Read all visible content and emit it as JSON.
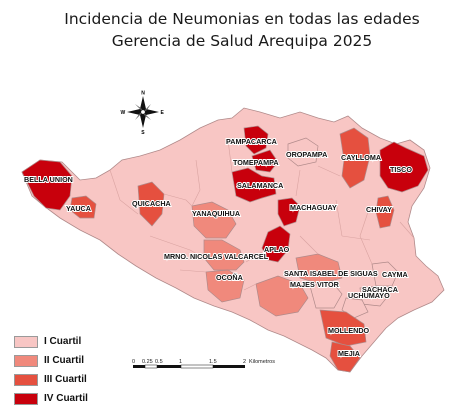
{
  "title_line1": "Incidencia de  Neumonias en todas las edades",
  "title_line2": "Gerencia de Salud Arequipa 2025",
  "colors": {
    "cuartil_1": "#f8c6c4",
    "cuartil_2": "#f0897c",
    "cuartil_3": "#e5503f",
    "cuartil_4": "#c8000c",
    "border": "#b08a8a"
  },
  "compass": {
    "n": "N",
    "s": "S",
    "e": "E",
    "w": "W"
  },
  "districts": [
    {
      "name": "PAMPACARCA",
      "quartile": 4
    },
    {
      "name": "TOMEPAMPA",
      "quartile": 4
    },
    {
      "name": "OROPAMPA",
      "quartile": 1
    },
    {
      "name": "CAYLLOMA",
      "quartile": 3
    },
    {
      "name": "TISCO",
      "quartile": 4
    },
    {
      "name": "BELLA UNION",
      "quartile": 4
    },
    {
      "name": "SALAMANCA",
      "quartile": 4
    },
    {
      "name": "YAUCA",
      "quartile": 3
    },
    {
      "name": "QUICACHA",
      "quartile": 3
    },
    {
      "name": "MACHAGUAY",
      "quartile": 4
    },
    {
      "name": "CHIVAY",
      "quartile": 3
    },
    {
      "name": "YANAQUIHUA",
      "quartile": 2
    },
    {
      "name": "APLAO",
      "quartile": 4
    },
    {
      "name": "MRNO. NICOLAS VALCARCEL",
      "quartile": 2
    },
    {
      "name": "SANTA ISABEL DE SIGUAS",
      "quartile": 2
    },
    {
      "name": "OCOÑA",
      "quartile": 2
    },
    {
      "name": "MAJES",
      "quartile": 2
    },
    {
      "name": "VITOR",
      "quartile": 1
    },
    {
      "name": "CAYMA",
      "quartile": 1
    },
    {
      "name": "SACHACA",
      "quartile": 1
    },
    {
      "name": "UCHUMAYO",
      "quartile": 1
    },
    {
      "name": "MOLLENDO",
      "quartile": 3
    },
    {
      "name": "MEJIA",
      "quartile": 3
    }
  ],
  "legend": [
    {
      "label": "I Cuartil",
      "color": "#f8c6c4"
    },
    {
      "label": "II Cuartil",
      "color": "#f0897c"
    },
    {
      "label": "III Cuartil",
      "color": "#e5503f"
    },
    {
      "label": "IV Cuartil",
      "color": "#c8000c"
    }
  ],
  "scale_bar": {
    "ticks": [
      "0",
      "0.25",
      "0.5",
      "1",
      "1.5",
      "2"
    ],
    "unit": "Kilometros"
  }
}
